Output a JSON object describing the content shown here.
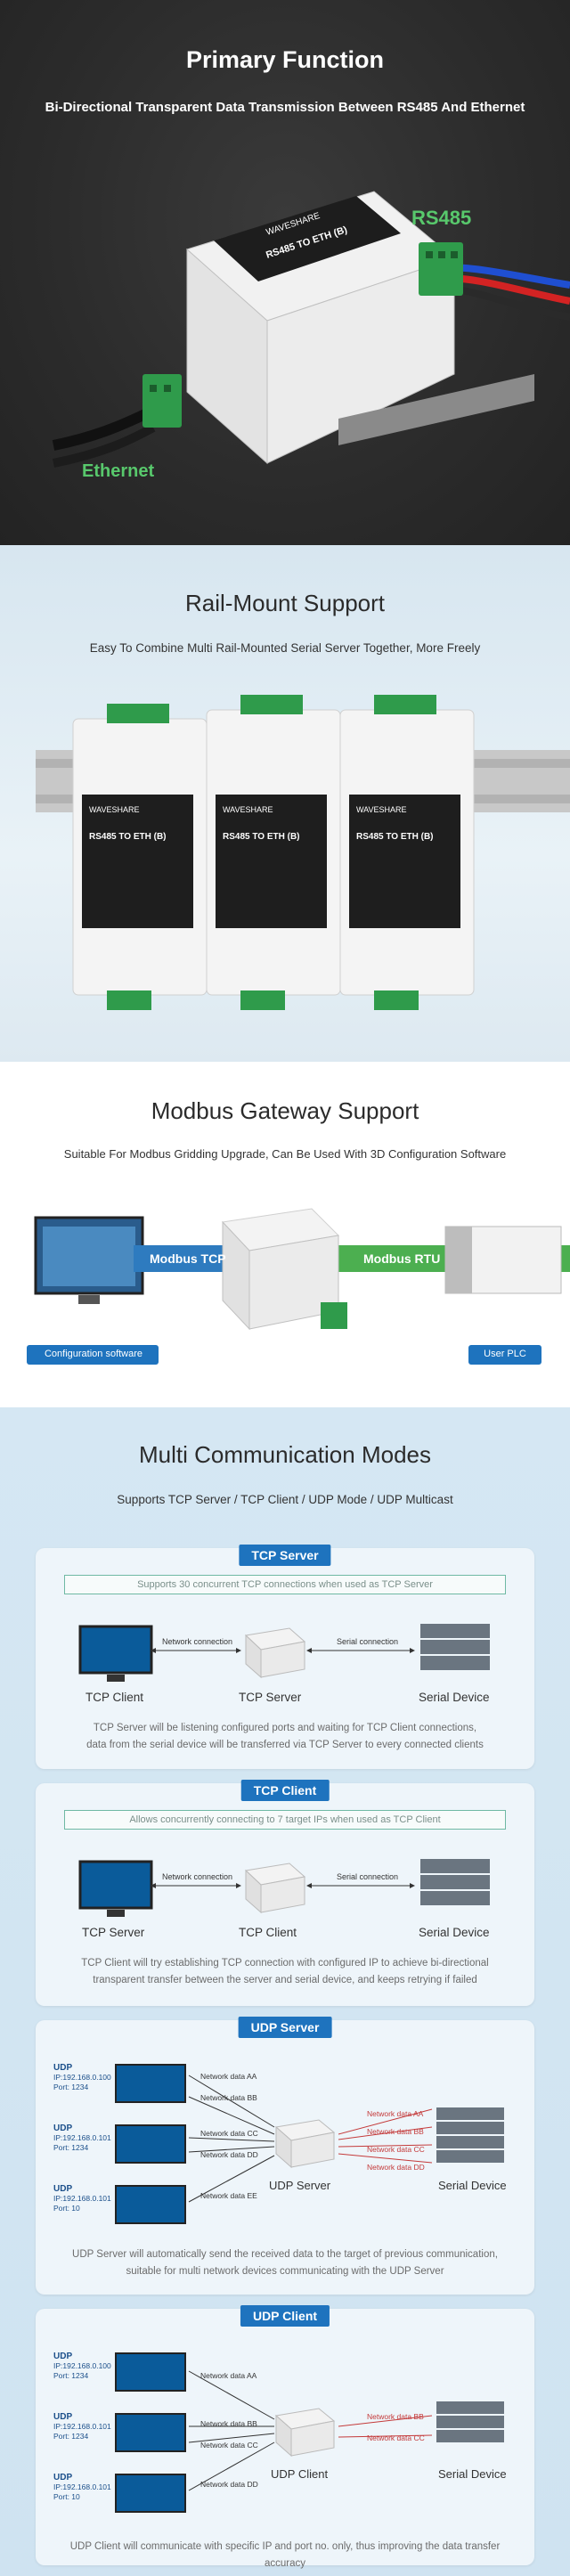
{
  "primary": {
    "title": "Primary Function",
    "subtitle": "Bi-Directional Transparent Data Transmission Between RS485 And Ethernet",
    "label_rs485": "RS485",
    "label_ethernet": "Ethernet",
    "device_text": "RS485 TO ETH (B)",
    "brand": "WAVESHARE"
  },
  "rail": {
    "title": "Rail-Mount Support",
    "subtitle": "Easy To Combine Multi Rail-Mounted Serial Server Together, More Freely",
    "device_text": "RS485 TO ETH (B)",
    "brand": "WAVESHARE"
  },
  "modbus": {
    "title": "Modbus Gateway Support",
    "subtitle": "Suitable For Modbus Gridding Upgrade, Can Be Used With 3D Configuration Software",
    "tag_tcp": "Modbus TCP",
    "tag_rtu": "Modbus RTU",
    "tag_config": "Configuration software",
    "tag_plc": "User PLC"
  },
  "modes": {
    "title": "Multi Communication Modes",
    "subtitle": "Supports TCP Server / TCP Client / UDP Mode / UDP Multicast",
    "tcp_server": {
      "head": "TCP Server",
      "note": "Supports 30 concurrent TCP connections when used as TCP Server",
      "left_label": "TCP Client",
      "center_label": "TCP Server",
      "right_label": "Serial Device",
      "conn_left": "Network connection",
      "conn_right": "Serial connection",
      "desc1": "TCP Server will be listening configured ports and waiting for TCP Client connections,",
      "desc2": "data from the serial device will be transferred via TCP Server to every connected clients"
    },
    "tcp_client": {
      "head": "TCP Client",
      "note": "Allows concurrently connecting to 7 target IPs when used as TCP Client",
      "left_label": "TCP Server",
      "center_label": "TCP Client",
      "right_label": "Serial Device",
      "conn_left": "Network connection",
      "conn_right": "Serial connection",
      "desc1": "TCP Client will try establishing TCP connection with configured IP to achieve bi-directional",
      "desc2": "transparent transfer between the server and serial device, and keeps retrying if failed"
    },
    "udp_server": {
      "head": "UDP Server",
      "center_label": "UDP Server",
      "right_label": "Serial Device",
      "udp": [
        {
          "name": "UDP",
          "ip": "IP:192.168.0.100",
          "port": "Port: 1234"
        },
        {
          "name": "UDP",
          "ip": "IP:192.168.0.101",
          "port": "Port: 1234"
        },
        {
          "name": "UDP",
          "ip": "IP:192.168.0.101",
          "port": "Port: 10"
        }
      ],
      "left_data": [
        "Network data AA",
        "Network data BB",
        "Network data CC",
        "Network data DD",
        "Network data EE"
      ],
      "right_data": [
        "Network data AA",
        "Network data BB",
        "Network data CC",
        "Network data DD"
      ],
      "desc1": "UDP Server will automatically send the received data to the target of previous communication,",
      "desc2": "suitable for multi network devices communicating with the UDP Server"
    },
    "udp_client": {
      "head": "UDP Client",
      "center_label": "UDP Client",
      "right_label": "Serial Device",
      "udp": [
        {
          "name": "UDP",
          "ip": "IP:192.168.0.100",
          "port": "Port: 1234"
        },
        {
          "name": "UDP",
          "ip": "IP:192.168.0.101",
          "port": "Port: 1234"
        },
        {
          "name": "UDP",
          "ip": "IP:192.168.0.101",
          "port": "Port: 10"
        }
      ],
      "left_data": [
        "Network data AA",
        "Network data BB",
        "Network data CC",
        "Network data DD"
      ],
      "right_data": [
        "Network data BB",
        "Network data CC"
      ],
      "desc1": "UDP Client will communicate with specific IP and port no. only, thus improving the data transfer accuracy"
    }
  },
  "colors": {
    "green_label": "#58c86c",
    "panel_head": "#1e73be",
    "tag_green": "#4caf50",
    "tag_blue": "#2e7bbf",
    "red_data": "#c43a3a"
  }
}
